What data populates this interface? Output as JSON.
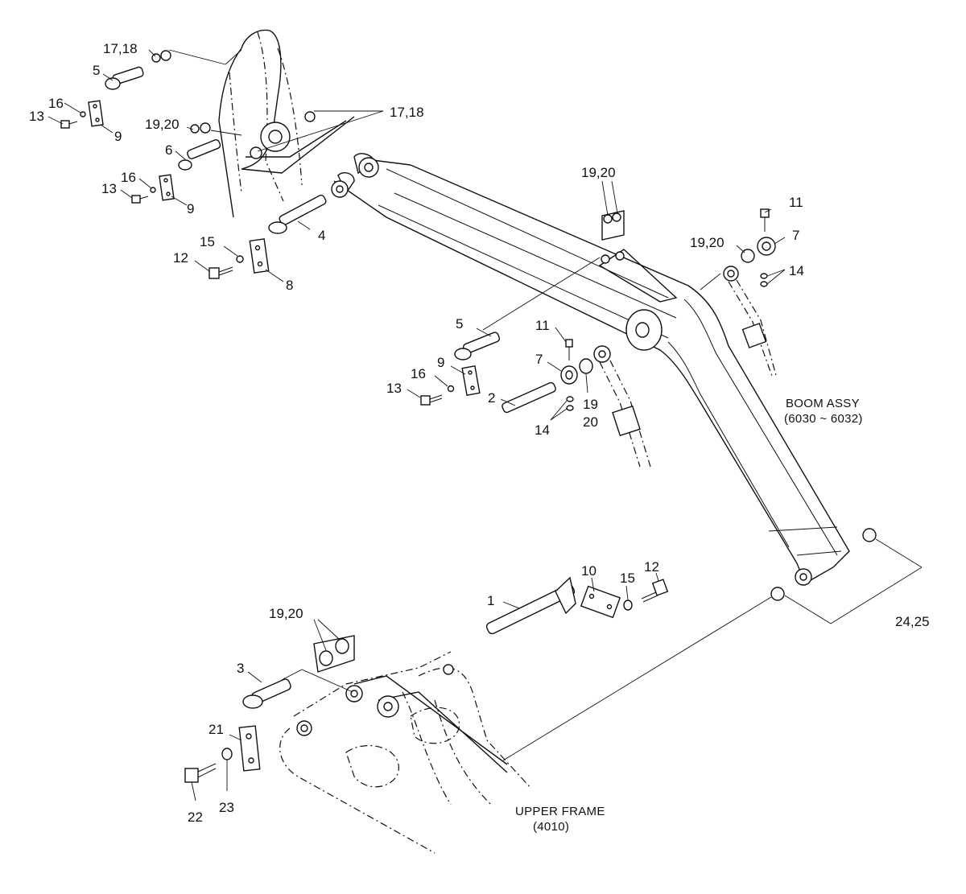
{
  "assemblies": {
    "boom_name": "BOOM ASSY",
    "boom_ref": "(6030 ~ 6032)",
    "frame_name": "UPPER FRAME",
    "frame_ref": "(4010)"
  },
  "callouts": {
    "c01": "17,18",
    "c02": "5",
    "c03": "16",
    "c04": "13",
    "c05": "9",
    "c06": "19,20",
    "c07": "17,18",
    "c08": "6",
    "c09": "16",
    "c10": "13",
    "c11": "9",
    "c12": "4",
    "c13": "15",
    "c14": "12",
    "c15": "8",
    "c16": "19,20",
    "c17": "11",
    "c18": "19,20",
    "c19": "7",
    "c20": "14",
    "c21": "5",
    "c22": "11",
    "c23": "9",
    "c24": "7",
    "c25": "16",
    "c26": "13",
    "c27": "19",
    "c28": "20",
    "c29": "2",
    "c30": "14",
    "c31": "1",
    "c32": "10",
    "c33": "15",
    "c34": "12",
    "c35": "24,25",
    "c36": "19,20",
    "c37": "3",
    "c38": "21",
    "c39": "22",
    "c40": "23"
  }
}
